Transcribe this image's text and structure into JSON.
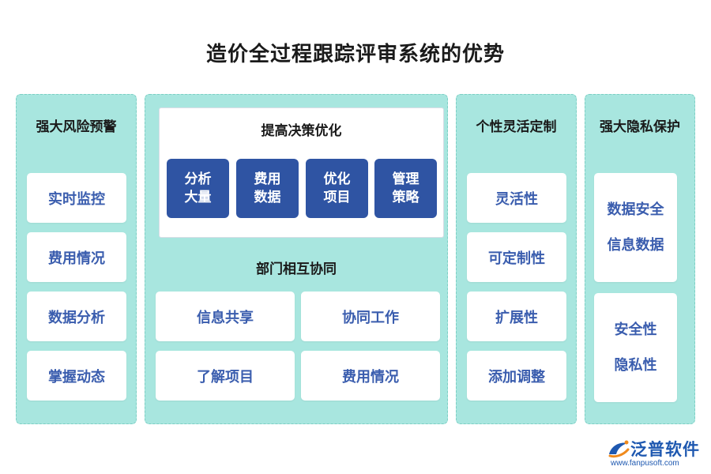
{
  "title": "造价全过程跟踪评审系统的优势",
  "col1": {
    "heading": "强大风险预警",
    "items": [
      "实时监控",
      "费用情况",
      "数据分析",
      "掌握动态"
    ]
  },
  "col2": {
    "top_heading": "提高决策优化",
    "boxes": [
      "分析大量",
      "费用数据",
      "优化项目",
      "管理策略"
    ],
    "sub_heading": "部门相互协同",
    "items": [
      "信息共享",
      "协同工作",
      "了解项目",
      "费用情况"
    ]
  },
  "col3": {
    "heading": "个性灵活定制",
    "items": [
      "灵活性",
      "可定制性",
      "扩展性",
      "添加调整"
    ]
  },
  "col4": {
    "heading": "强大隐私保护",
    "card1": [
      "数据安全",
      "信息数据"
    ],
    "card2": [
      "安全性",
      "隐私性"
    ]
  },
  "logo": {
    "name": "泛普软件",
    "url": "www.fanpusoft.com",
    "icon": "fanpu-logo-icon"
  },
  "colors": {
    "column_bg": "#a8e6df",
    "card_text": "#3a5dae",
    "blue_box": "#2f54a3",
    "logo": "#1e58b0"
  }
}
